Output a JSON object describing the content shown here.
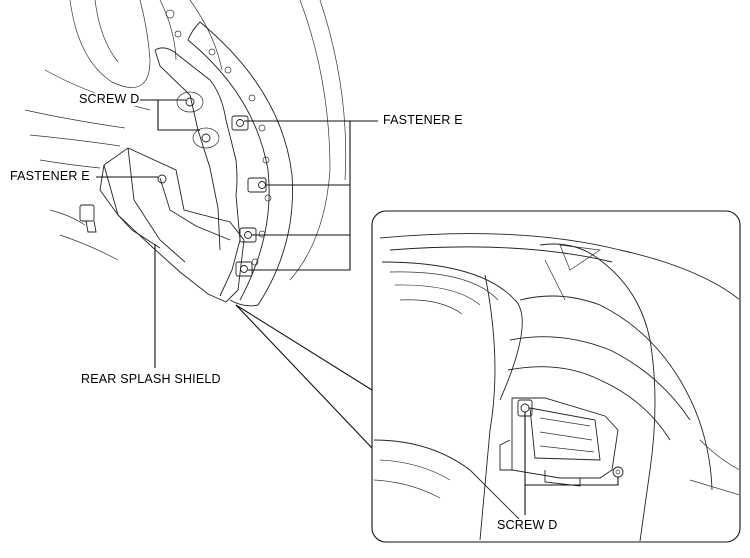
{
  "labels": {
    "screw_d_top": "SCREW D",
    "fastener_e_right": "FASTENER E",
    "fastener_e_left": "FASTENER E",
    "rear_splash_shield": "REAR SPLASH SHIELD",
    "screw_d_bottom": "SCREW D"
  }
}
